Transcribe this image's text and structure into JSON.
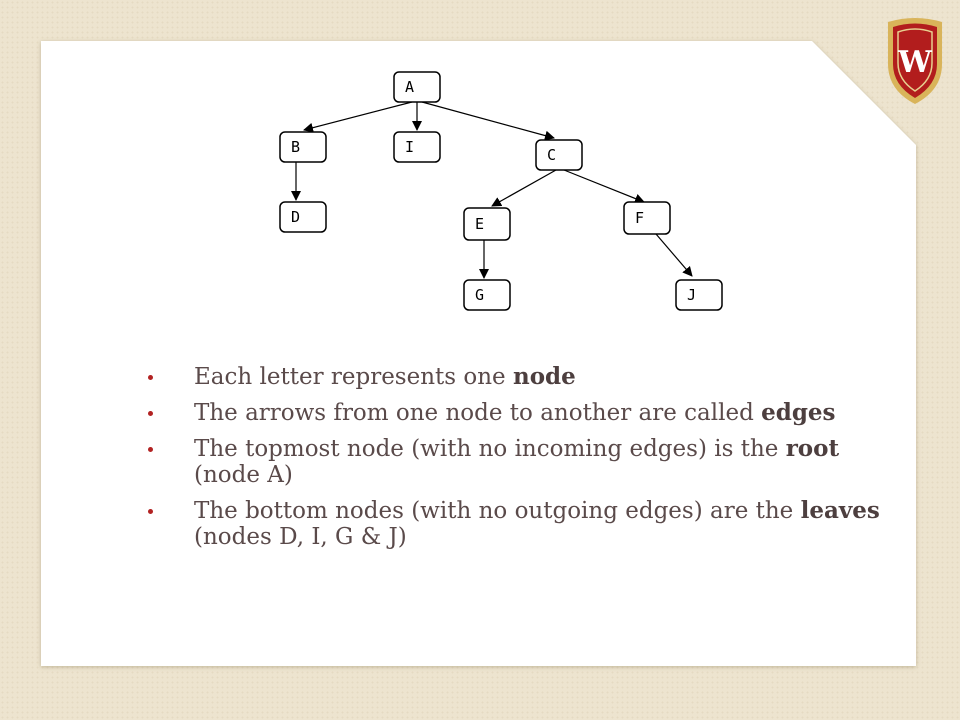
{
  "colors": {
    "background": "#ede4cf",
    "card": "#ffffff",
    "text": "#5a4a4a",
    "bullet": "#b22222",
    "crest_red": "#b21d1d",
    "crest_gold": "#d9b45a"
  },
  "logo": {
    "letter": "W"
  },
  "tree": {
    "nodes": [
      "A",
      "B",
      "I",
      "C",
      "D",
      "E",
      "F",
      "G",
      "J"
    ],
    "edges": [
      [
        "A",
        "B"
      ],
      [
        "A",
        "I"
      ],
      [
        "A",
        "C"
      ],
      [
        "B",
        "D"
      ],
      [
        "C",
        "E"
      ],
      [
        "C",
        "F"
      ],
      [
        "E",
        "G"
      ],
      [
        "F",
        "J"
      ]
    ]
  },
  "bullets": [
    {
      "pre": "Each letter represents one ",
      "bold": "node",
      "post": ""
    },
    {
      "pre": "The arrows from one node to another are called ",
      "bold": "edges",
      "post": ""
    },
    {
      "pre": "The topmost node (with no incoming edges) is the ",
      "bold": "root",
      "post": " (node A)"
    },
    {
      "pre": "The bottom nodes (with no outgoing edges) are the ",
      "bold": "leaves",
      "post": " (nodes D, I, G & J)"
    }
  ]
}
